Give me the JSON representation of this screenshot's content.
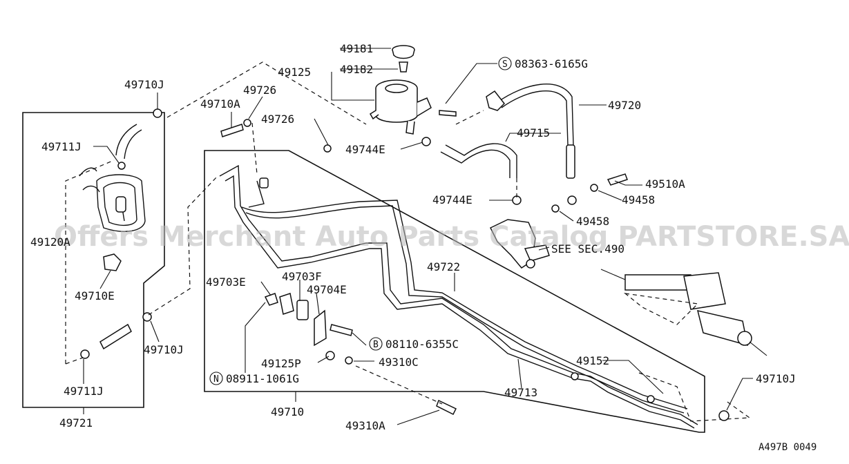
{
  "diagram": {
    "labels": {
      "p49181": "49181",
      "p49182": "49182",
      "p49125": "49125",
      "s08363": "08363-6165G",
      "p49720": "49720",
      "p49710J_top": "49710J",
      "p49726_a": "49726",
      "p49710A_top": "49710A",
      "p49726_b": "49726",
      "p49744E_a": "49744E",
      "p49715": "49715",
      "p49711J_top": "49711J",
      "p49744E_b": "49744E",
      "p49510A": "49510A",
      "p49458_a": "49458",
      "p49458_b": "49458",
      "p49120A": "49120A",
      "see_sec": "SEE SEC.490",
      "p49722": "49722",
      "p49703E": "49703E",
      "p49703F": "49703F",
      "p49704E": "49704E",
      "p49710E": "49710E",
      "b08110": "08110-6355C",
      "p49710J_mid": "49710J",
      "p49125P": "49125P",
      "p49310C": "49310C",
      "p49152": "49152",
      "p49710J_right": "49710J",
      "n08911": "08911-1061G",
      "p49711J_bot": "49711J",
      "p49713": "49713",
      "p49710": "49710",
      "p49721": "49721",
      "p49310A": "49310A"
    },
    "circle_letters": {
      "s": "S",
      "b": "B",
      "n": "N"
    },
    "watermark": "Offers Merchant Auto Parts Catalog PARTSTORE.SA",
    "figure_code": "A497B 0049"
  }
}
